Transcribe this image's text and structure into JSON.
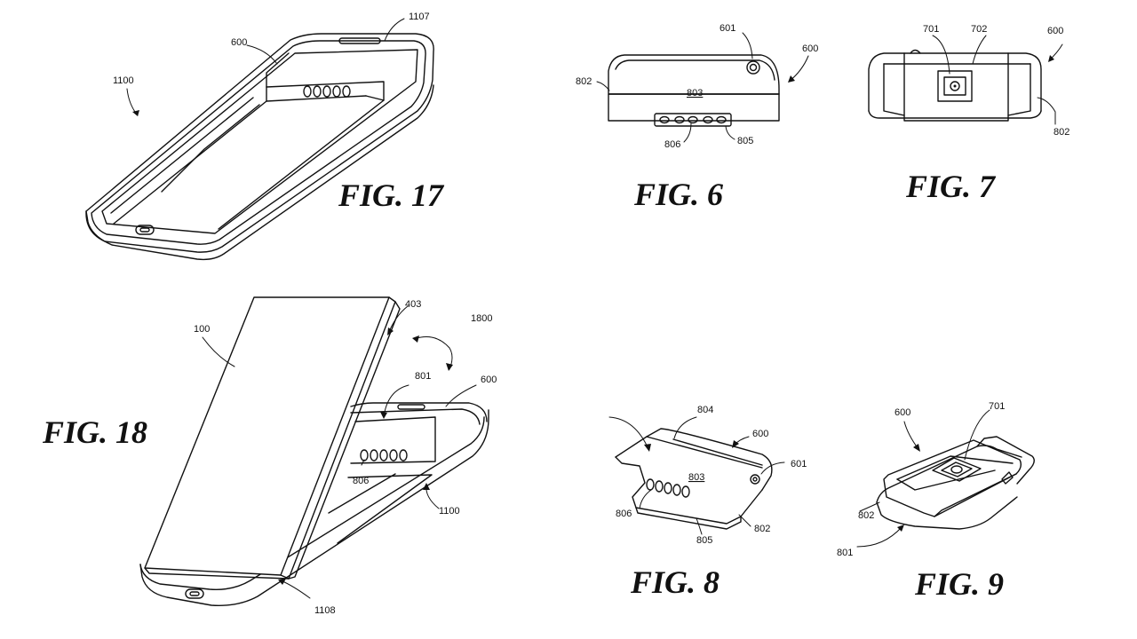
{
  "figures": {
    "fig17": {
      "title": "FIG. 17",
      "refs": {
        "case": "1100",
        "module": "600",
        "opening": "1107"
      }
    },
    "fig6": {
      "title": "FIG. 6",
      "refs": {
        "button": "601",
        "module": "600",
        "side": "802",
        "face": "803",
        "pins": "806",
        "edge": "805"
      }
    },
    "fig7": {
      "title": "FIG. 7",
      "refs": {
        "sensor": "701",
        "plate": "702",
        "module": "600",
        "side": "802"
      }
    },
    "fig18": {
      "title": "FIG. 18",
      "refs": {
        "device": "100",
        "back": "403",
        "assembly": "1800",
        "slot": "801",
        "module": "600",
        "pins": "806",
        "case": "1100",
        "port": "1108"
      }
    },
    "fig8": {
      "title": "FIG. 8",
      "refs": {
        "rail": "804",
        "module": "600",
        "face": "803",
        "button": "601",
        "pins": "806",
        "edge": "805",
        "side": "802"
      }
    },
    "fig9": {
      "title": "FIG. 9",
      "refs": {
        "module": "600",
        "sensor": "701",
        "side": "802",
        "slot": "801"
      }
    }
  }
}
